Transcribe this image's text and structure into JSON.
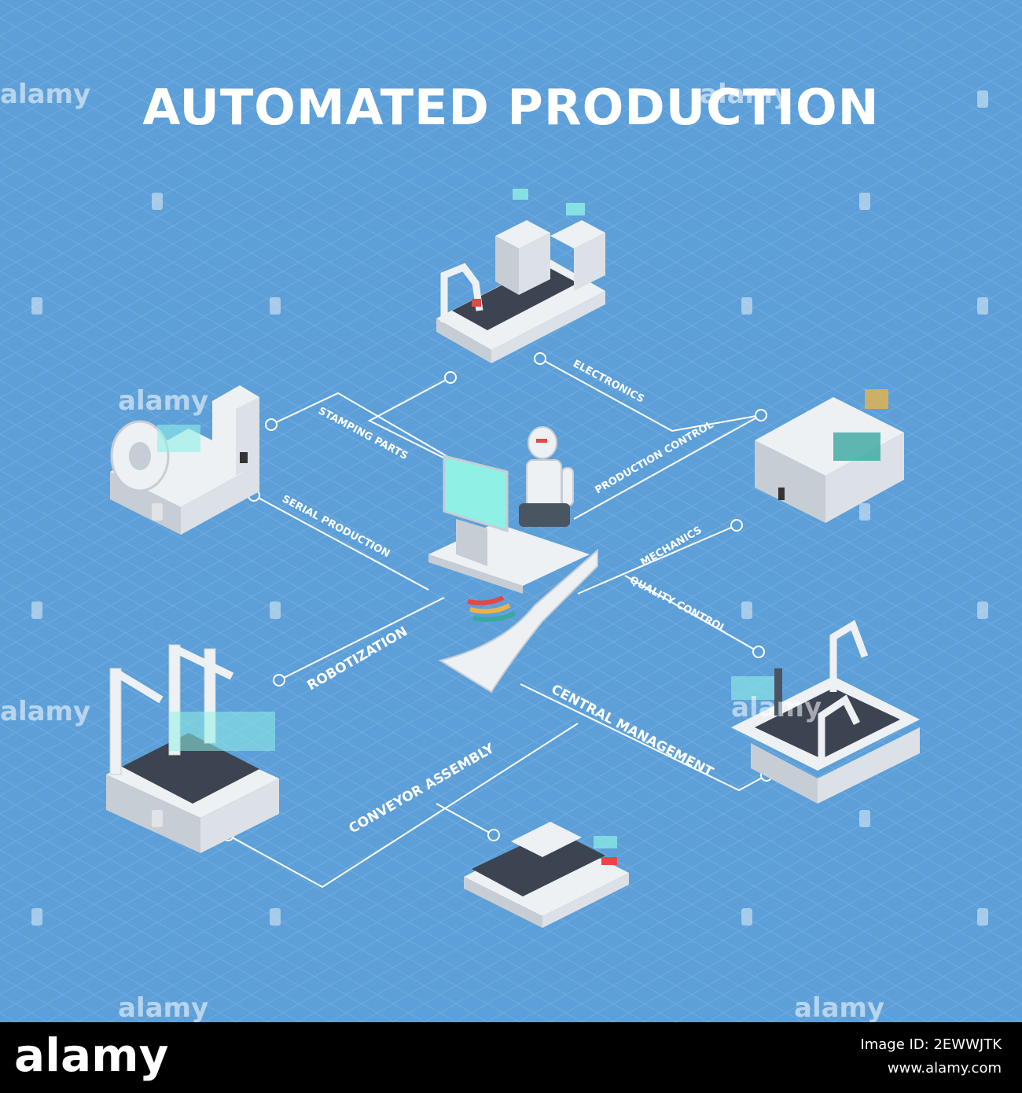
{
  "title": "AUTOMATED PRODUCTION",
  "labels": {
    "electronics": "ELECTRONICS",
    "stamping_parts": "STAMPING PARTS",
    "production_control": "PRODUCTION CONTROL",
    "serial_production": "SERIAL PRODUCTION",
    "mechanics": "MECHANICS",
    "robotization": "ROBOTIZATION",
    "quality_control": "QUALITY CONTROL",
    "central_management": "CENTRAL MANAGEMENT",
    "conveyor_assembly": "CONVEYOR ASSEMBLY"
  },
  "watermark": "alamy",
  "footer": {
    "logo": "alamy",
    "image_id": "Image ID: 2EWWJTK",
    "url": "www.alamy.com"
  },
  "colors": {
    "background": "#5d9fd8",
    "grid": "#7fb4e2",
    "lines": "#ffffff",
    "machine": "#eef1f4",
    "machine_shade": "#c7cdd4",
    "belt": "#3b4450",
    "screen": "#8ff0e6"
  }
}
